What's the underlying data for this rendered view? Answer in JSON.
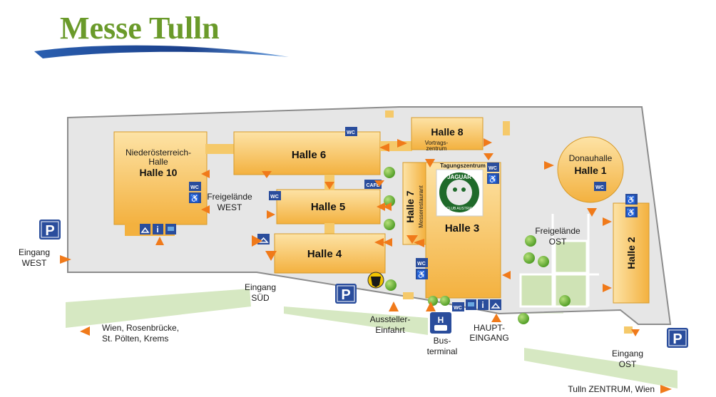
{
  "logo": {
    "text": "Messe Tulln"
  },
  "halls": {
    "halle10": {
      "line1": "Niederösterreich-",
      "line2": "Halle",
      "name": "Halle 10"
    },
    "halle6": "Halle 6",
    "halle8": "Halle 8",
    "halle5": "Halle 5",
    "halle4": "Halle 4",
    "halle7": "Halle 7",
    "messerestaurant": "Messerestaurant",
    "halle3": "Halle 3",
    "halle1": {
      "line1": "Donauhalle",
      "name": "Halle 1"
    },
    "halle2": "Halle 2"
  },
  "labels": {
    "vortrag1": "Vortrags-",
    "vortrag2": "zentrum",
    "tagungszentrum": "Tagungszentrum",
    "cafe": "CAFE",
    "frei_west1": "Freigelände",
    "frei_west2": "WEST",
    "frei_ost1": "Freigelände",
    "frei_ost2": "OST",
    "eingang_west1": "Eingang",
    "eingang_west2": "WEST",
    "eingang_sued1": "Eingang",
    "eingang_sued2": "SÜD",
    "eingang_ost1": "Eingang",
    "eingang_ost2": "OST",
    "aussteller1": "Aussteller-",
    "aussteller2": "Einfahrt",
    "bus1": "Bus-",
    "bus2": "terminal",
    "haupt1": "HAUPT-",
    "haupt2": "EINGANG",
    "wien1": "Wien, Rosenbrücke,",
    "wien2": "St. Pölten, Krems",
    "tulln": "Tulln ZENTRUM, Wien",
    "parking": "P",
    "wc": "WC",
    "info": "i",
    "bus_h": "H",
    "jaguar_top": "JAGUAR",
    "jaguar_bottom": "CLUB AUSTRIA"
  },
  "colors": {
    "hall": "#f5b94a",
    "hall_top": "#fde0a0",
    "ground": "#e6e6e6",
    "outline": "#8c8c8c",
    "green_strip": "#d6e8c2",
    "arrow": "#f07a1a",
    "icon_blue": "#2a4d9c",
    "logo_green": "#6a9a2a",
    "tree": "#5fa82a"
  }
}
